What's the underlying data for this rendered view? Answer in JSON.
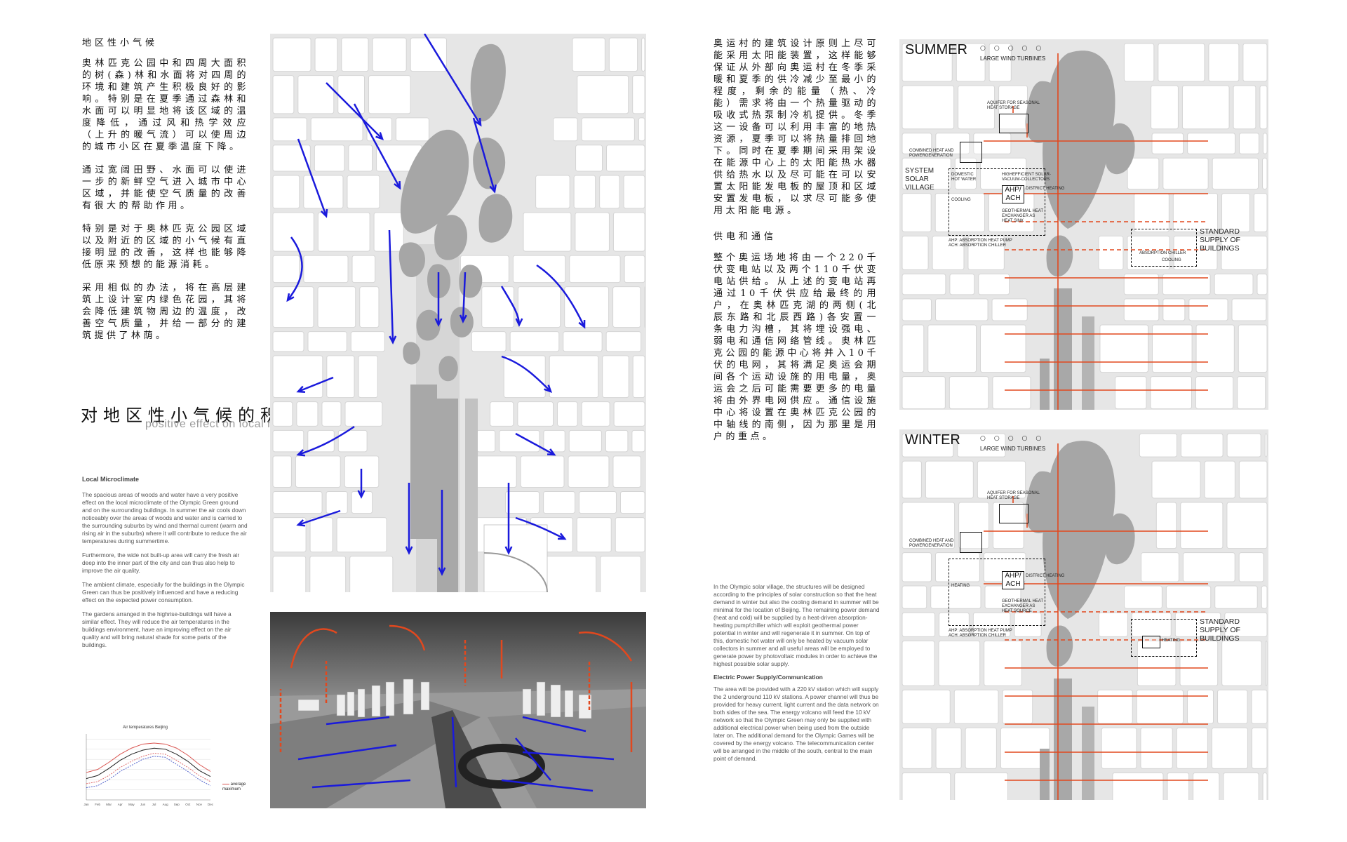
{
  "left": {
    "heading": "地区性小气候",
    "paragraphs": [
      "奥林匹克公园中和四周大面积的树(森)林和水面将对四周的环境和建筑产生积极良好的影响。特别是在夏季通过森林和水面可以明显地将该区域的温度降低，通过风和热学效应（上升的暖气流）可以使周边的城市小区在夏季温度下降。",
      "通过宽阔田野、水面可以使进一步的新鲜空气进入城市中心区域，并能使空气质量的改善有很大的帮助作用。",
      "特别是对于奥林匹克公园区域以及附近的区域的小气候有直接明显的改善，这样也能够降低原来预想的能源消耗。",
      "采用相似的办法，将在高层建筑上设计室内绿色花园，其将会降低建筑物周边的温度，改善空气质量，并给一部分的建筑提供了林荫。"
    ],
    "big_title_zh": "对地区性小气候的积极影响",
    "big_title_en": "positive effect on local microclimate",
    "en_heading": "Local Microclimate",
    "en_paragraphs": [
      "The spacious areas of woods and water have a very positive effect on the local microclimate of the Olympic Green ground and on the surrounding buildings. In summer the air cools down noticeably over the areas of woods and water and is carried to the surrounding suburbs by wind and thermal current (warm and rising air in the suburbs) where it will contribute to reduce the air temperatures during summertime.",
      "Furthermore, the wide not built-up area will carry the fresh air deep into the inner part of the city and can thus also help to improve the air quality.",
      "The ambient climate, especially for the buildings in the Olympic Green can thus be positively influenced and have a reducing effect on the expected power consumption.",
      "The gardens arranged in the highrise-buildings will have a similar effect. They will reduce the air temperatures in the buildings environment, have an improving effect on the air quality and will bring natural shade for some parts of the buildings."
    ]
  },
  "chart_data": {
    "type": "line",
    "title": "Air temperatures Beijing",
    "categories": [
      "Jan",
      "Feb",
      "Mar",
      "Apr",
      "May",
      "Jun",
      "Jul",
      "Aug",
      "Sep",
      "Oct",
      "Nov",
      "Dec"
    ],
    "series": [
      {
        "name": "average maximum",
        "values": [
          2,
          5,
          12,
          20,
          26,
          30,
          31,
          30,
          26,
          19,
          10,
          3
        ],
        "color": "#d9534f",
        "dash": false
      },
      {
        "name": "",
        "values": [
          -4,
          -1,
          6,
          14,
          20,
          24,
          26,
          25,
          20,
          13,
          4,
          -2
        ],
        "color": "#222222",
        "dash": false
      },
      {
        "name": "",
        "values": [
          -9,
          -7,
          -1,
          7,
          13,
          18,
          21,
          20,
          14,
          7,
          -1,
          -7
        ],
        "color": "#e07070",
        "dash": true
      },
      {
        "name": "",
        "values": [
          -13,
          -11,
          -5,
          3,
          9,
          15,
          18,
          17,
          10,
          3,
          -5,
          -11
        ],
        "color": "#5566cc",
        "dash": true
      }
    ],
    "ylim": [
      -25,
      40
    ],
    "grid": true
  },
  "middle": {
    "paragraph1": "奥运村的建筑设计原则上尽可能采用太阳能装置，这样能够保证从外部向奥运村在冬季采暖和夏季的供冷减少至最小的程度，剩余的能量（热、冷能）需求将由一个热量驱动的吸收式热泵制冷机提供。冬季这一设备可以利用丰富的地热资源，夏季可以将热量排回地下。同时在夏季期间采用架设在能源中心上的太阳能热水器供给热水以及尽可能在可以安置太阳能发电板的屋顶和区域安置发电板，以求尽可能多使用太阳能电源。",
    "heading2": "供电和通信",
    "paragraph2": "整个奥运场地将由一个220千伏变电站以及两个110千伏变电站供给。从上述的变电站再通过10千伏供应给最终的用户，在奥林匹克湖的两侧(北辰东路和北辰西路)各安置一条电力沟槽，其将埋设强电、弱电和通信网络管线。奥林匹克公园的能源中心将并入10千伏的电网，其将满足奥运会期间各个运动设施的用电量，奥运会之后可能需要更多的电量将由外界电网供应。通信设施中心将设置在奥林匹克公园的中轴线的南侧，因为那里是用户的重点。",
    "en_paragraph1": "In the Olympic solar village, the structures will be designed according to the principles of solar construction so that the heat demand in winter but also the cooling demand in summer will be minimal for the location of Beijing. The remaining power demand (heat and cold) will be supplied by a heat-driven absorption-heating pump/chiller which will exploit geothermal power potential in winter and will regenerate it in summer. On top of this, domestic hot water will only be heated by vacuum solar collectors in summer and all useful areas will be employed to generate power by photovoltaic modules in order to achieve the highest possible solar supply.",
    "en_heading2": "Electric Power Supply/Communication",
    "en_paragraph2": "The area will be provided with a 220 kV station which will supply the 2 underground 110 kV stations. A power channel will thus be provided for heavy current, light current and the data network on both sides of the sea. The energy volcano will feed the 10 kV network so that the Olympic Green may only be supplied with additional electrical power when being used from the outside later on. The additional demand for the Olympic Games will be covered by the energy volcano. The telecommunication center will be arranged in the middle of the south, central to the main point of demand."
  },
  "summer": {
    "title": "SUMMER",
    "turbines": "LARGE WIND TURBINES",
    "aquifer": "AQUIFER FOR SEASONAL HEAT STORAGE",
    "chp": "COMBINED HEAT AND POWERGENERATION",
    "system": "SYSTEM\nSOLAR\nVILLAGE",
    "domestic": "DOMESTIC HOT WATER",
    "collectors": "HIGHEFFICIENT SOLAR-VACUUM-COLLECTORS",
    "ahp": "AHP/\nACH",
    "district": "DISTRICT HEATING",
    "cooling": "COOLING",
    "geothermal": "GEOTHERMAL HEAT EXCHANGER AS HEAT SINK",
    "legend": "AHP: ABSORPTION HEAT PUMP\nACH: ABSORPTION CHILLER",
    "standard": "STANDARD\nSUPPLY OF\nBUILDINGS",
    "absorption": "ABSORPTION CHILLER",
    "cooling2": "COOLING"
  },
  "winter": {
    "title": "WINTER",
    "turbines": "LARGE WIND TURBINES",
    "aquifer": "AQUIFER FOR SEASONAL HEAT STORAGE",
    "chp": "COMBINED HEAT AND POWERGENERATION",
    "ahp": "AHP/\nACH",
    "district": "DISTRICT HEATING",
    "heating": "HEATING",
    "geothermal": "GEOTHERMAL HEAT EXCHANGER AS HEAT SOURCE",
    "legend": "AHP: ABSORPTION HEAT PUMP\nACH: ABSORPTION CHILLER",
    "standard": "STANDARD\nSUPPLY OF\nBUILDINGS",
    "heating2": "HEATING"
  },
  "colors": {
    "wind_arrow": "#1a1adc",
    "heat_arrow": "#e2481e",
    "map_bg": "#e6e6e6",
    "block": "#ffffff",
    "park": "#a8a8a8"
  }
}
